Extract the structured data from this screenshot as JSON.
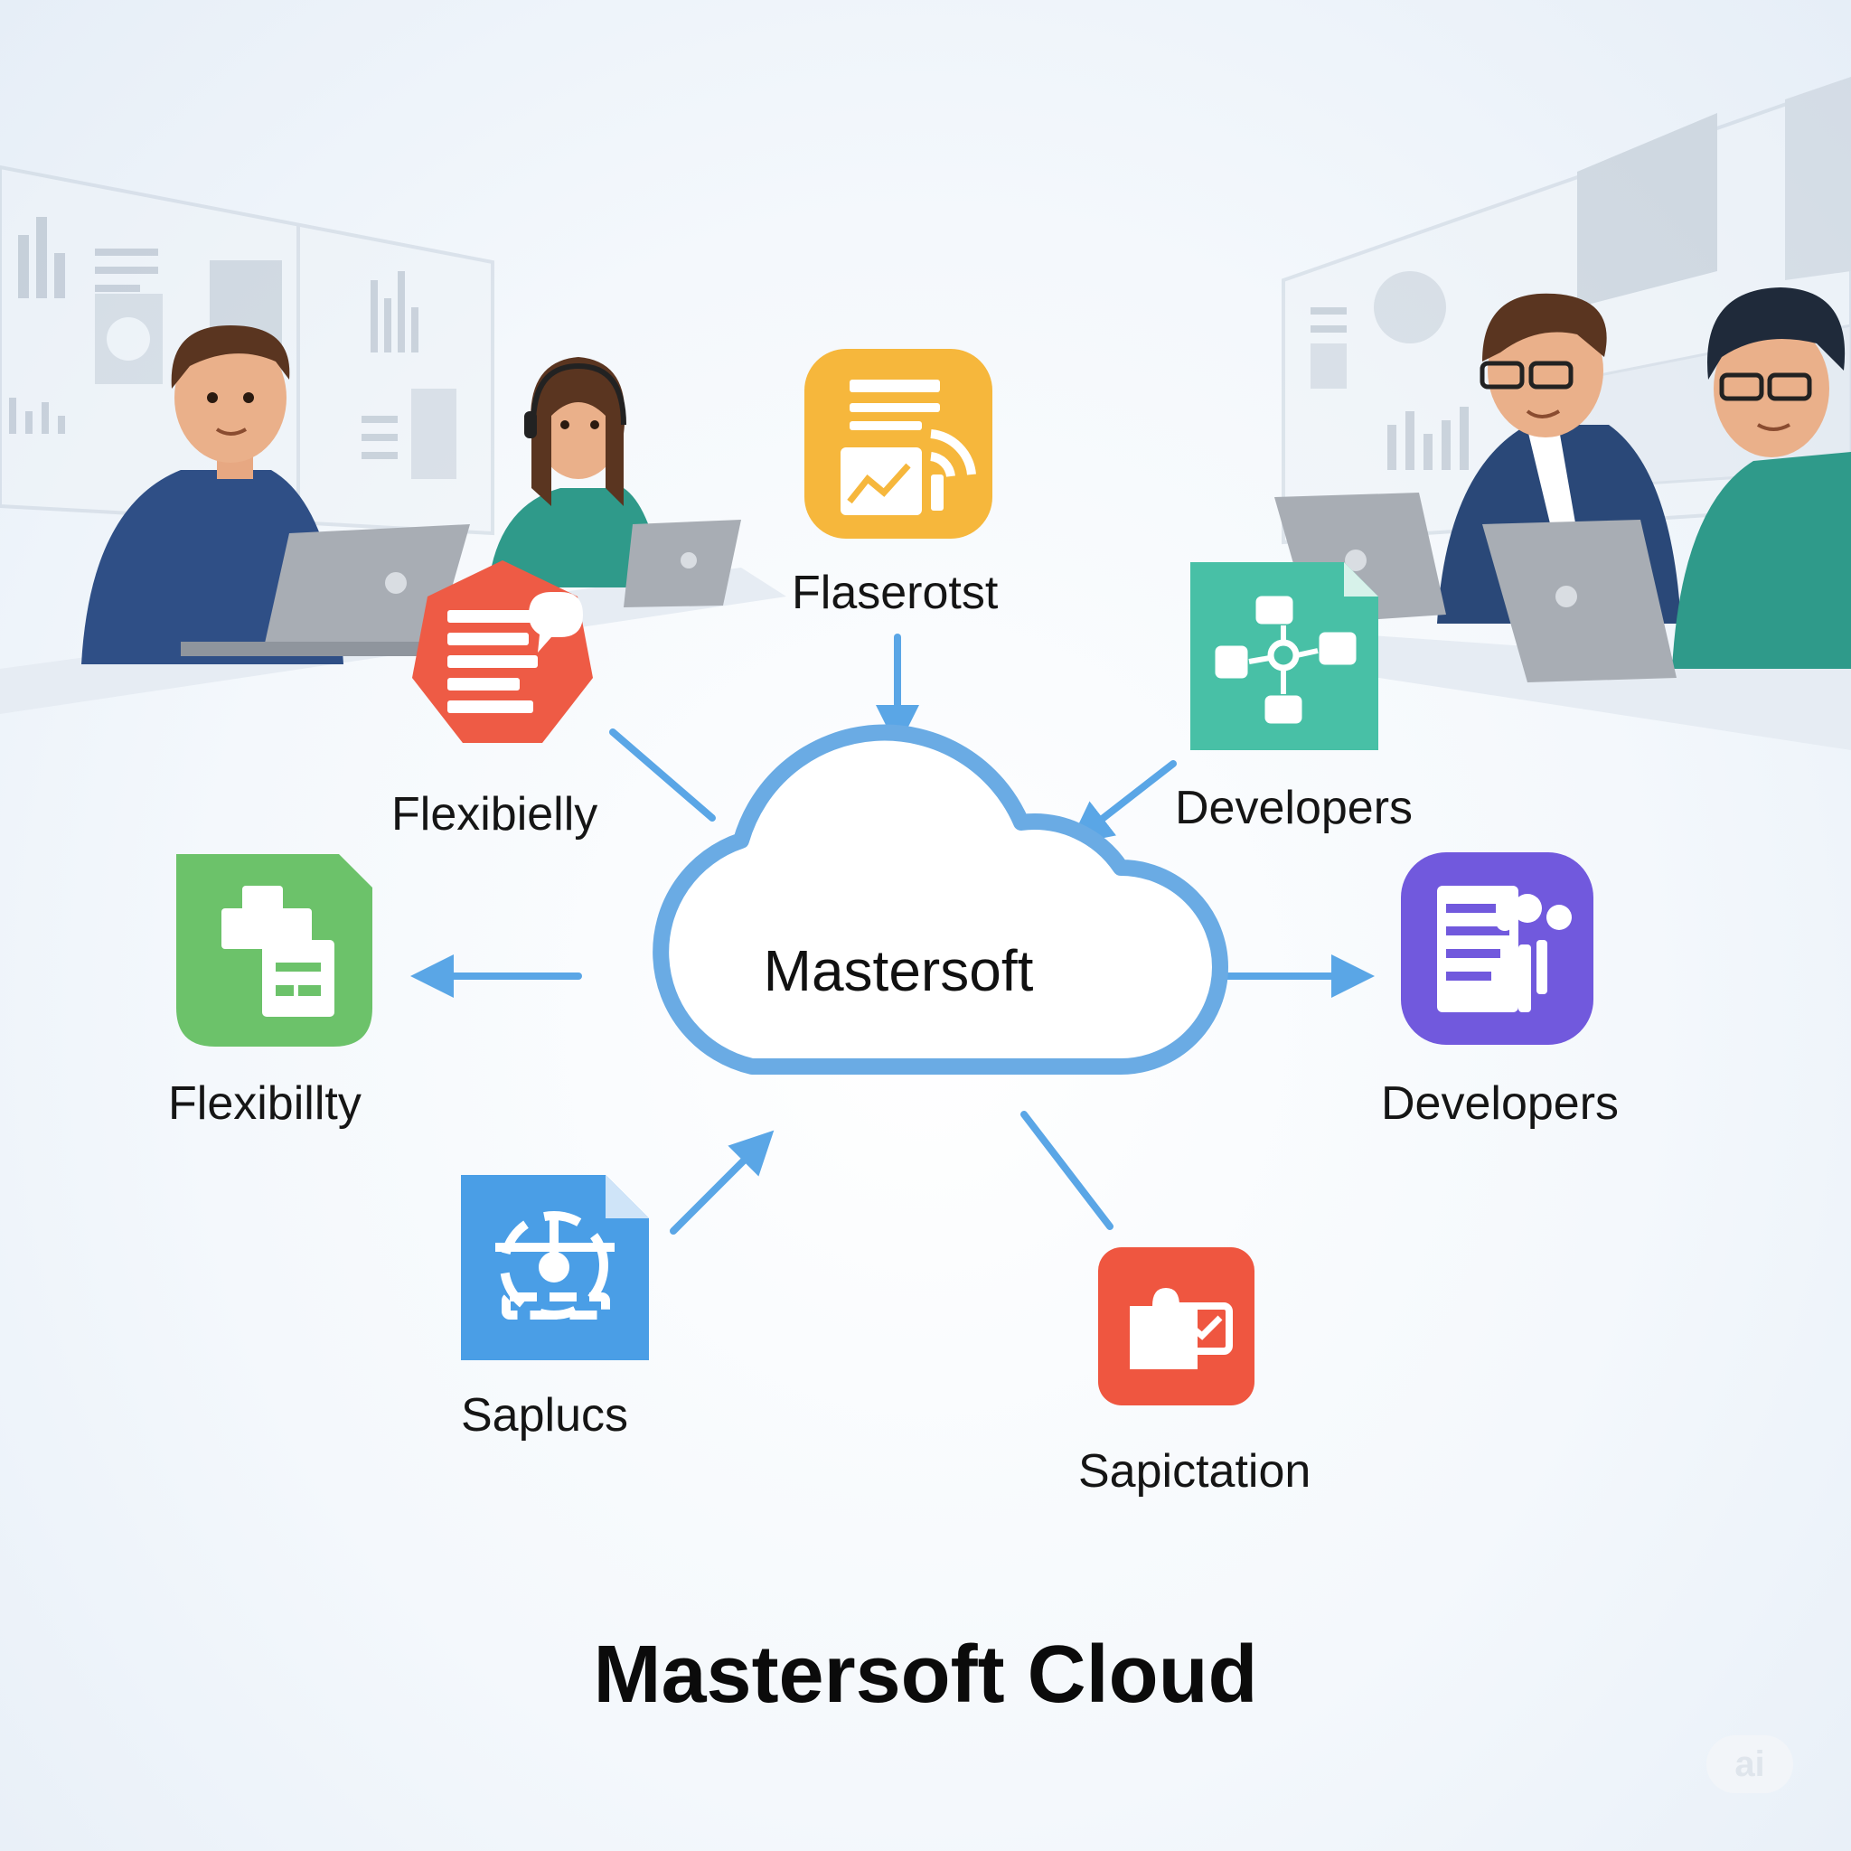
{
  "diagram": {
    "title": "Mastersoft Cloud",
    "hub": {
      "label": "Mastersoft"
    },
    "nodes": [
      {
        "id": "top",
        "label": "Flaserotst",
        "color": "#f6b73c",
        "icon": "document-chart-icon",
        "direction": "inbound"
      },
      {
        "id": "upper-left",
        "label": "Flexibielly",
        "color": "#ee5b45",
        "icon": "list-chat-icon",
        "direction": "inbound"
      },
      {
        "id": "upper-right",
        "label": "Developers",
        "color": "#48c0a6",
        "icon": "network-nodes-icon",
        "direction": "inbound"
      },
      {
        "id": "left",
        "label": "Flexibillty",
        "color": "#6cc26a",
        "icon": "stacked-windows-icon",
        "direction": "outbound"
      },
      {
        "id": "right",
        "label": "Developers",
        "color": "#7159dd",
        "icon": "document-people-icon",
        "direction": "outbound"
      },
      {
        "id": "lower-left",
        "label": "Saplucs",
        "color": "#4a9ee6",
        "icon": "target-network-icon",
        "direction": "inbound"
      },
      {
        "id": "lower-right",
        "label": "Sapictation",
        "color": "#ef5640",
        "icon": "puzzle-chart-icon",
        "direction": "none"
      }
    ],
    "colors": {
      "arrow": "#5aa6e6",
      "cloud_stroke": "#6aabe4",
      "background": "#f4f8fc"
    }
  },
  "watermark": {
    "text": "ai"
  }
}
